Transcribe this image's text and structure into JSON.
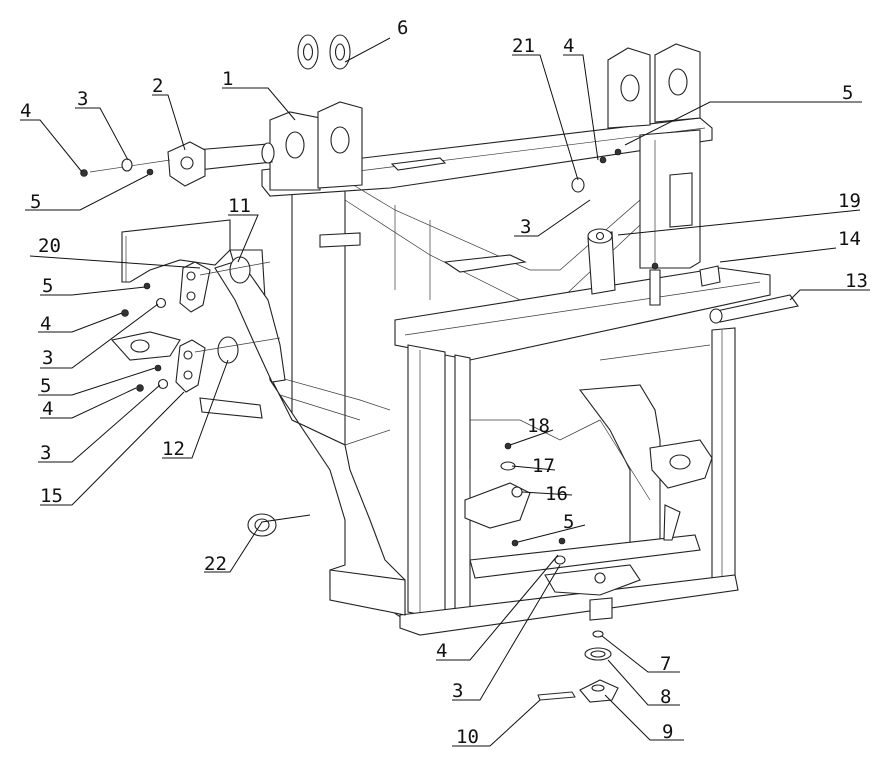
{
  "callouts": [
    {
      "id": "c1",
      "label": "1"
    },
    {
      "id": "c2",
      "label": "2"
    },
    {
      "id": "c3a",
      "label": "3"
    },
    {
      "id": "c4a",
      "label": "4"
    },
    {
      "id": "c5a",
      "label": "5"
    },
    {
      "id": "c6",
      "label": "6"
    },
    {
      "id": "c21",
      "label": "21"
    },
    {
      "id": "c4b",
      "label": "4"
    },
    {
      "id": "c5b",
      "label": "5"
    },
    {
      "id": "c19",
      "label": "19"
    },
    {
      "id": "c3b",
      "label": "3"
    },
    {
      "id": "c14",
      "label": "14"
    },
    {
      "id": "c13",
      "label": "13"
    },
    {
      "id": "c11",
      "label": "11"
    },
    {
      "id": "c20",
      "label": "20"
    },
    {
      "id": "c5c",
      "label": "5"
    },
    {
      "id": "c4c",
      "label": "4"
    },
    {
      "id": "c3c",
      "label": "3"
    },
    {
      "id": "c5d",
      "label": "5"
    },
    {
      "id": "c4d",
      "label": "4"
    },
    {
      "id": "c3d",
      "label": "3"
    },
    {
      "id": "c15",
      "label": "15"
    },
    {
      "id": "c12",
      "label": "12"
    },
    {
      "id": "c18",
      "label": "18"
    },
    {
      "id": "c17",
      "label": "17"
    },
    {
      "id": "c16",
      "label": "16"
    },
    {
      "id": "c5e",
      "label": "5"
    },
    {
      "id": "c22",
      "label": "22"
    },
    {
      "id": "c4e",
      "label": "4"
    },
    {
      "id": "c3e",
      "label": "3"
    },
    {
      "id": "c7",
      "label": "7"
    },
    {
      "id": "c8",
      "label": "8"
    },
    {
      "id": "c9",
      "label": "9"
    },
    {
      "id": "c10",
      "label": "10"
    }
  ]
}
